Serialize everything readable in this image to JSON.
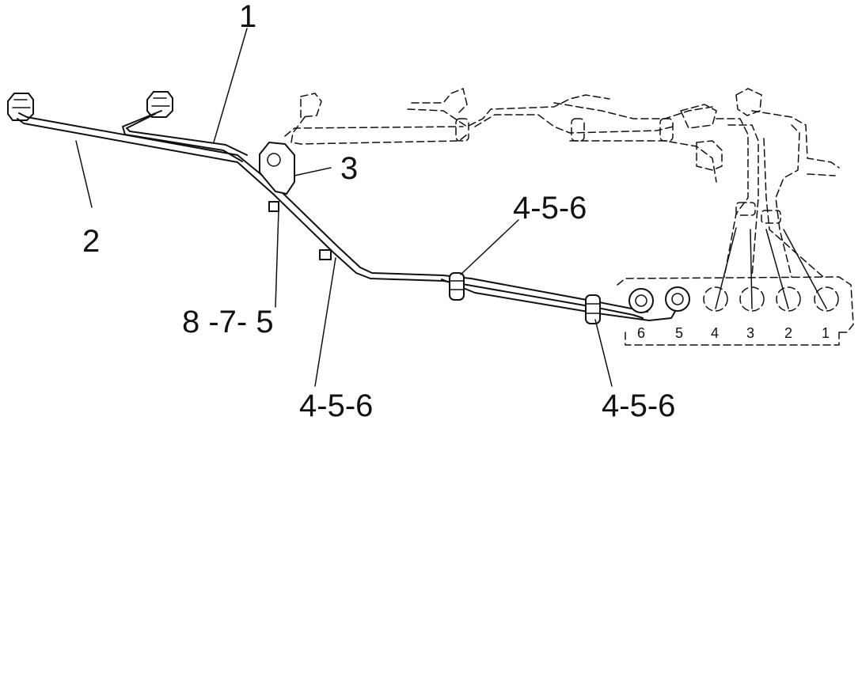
{
  "callouts": {
    "c1": "1",
    "c2": "2",
    "c3": "3",
    "c456_top": "4-5-6",
    "c875": "8 -7- 5",
    "c456_mid": "4-5-6",
    "c456_right": "4-5-6"
  },
  "port_numbers": [
    "6",
    "5",
    "4",
    "3",
    "2",
    "1"
  ]
}
